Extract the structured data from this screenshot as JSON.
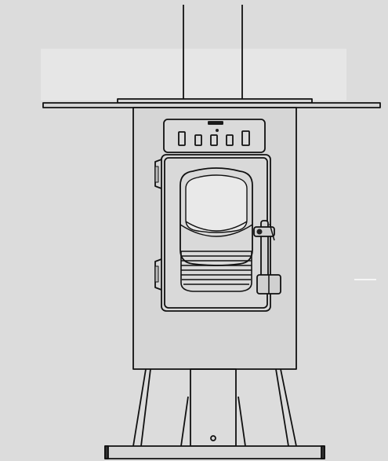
{
  "drawing": {
    "subject": "pellet stove",
    "line_color": "#111111",
    "background_color": "#dcdcdc",
    "fill_color": "#d8d8d8",
    "highlight_color": "#e9e9e9"
  },
  "control_panel": {
    "buttons": [
      "button-1",
      "button-2",
      "button-3",
      "button-4",
      "button-5"
    ]
  }
}
